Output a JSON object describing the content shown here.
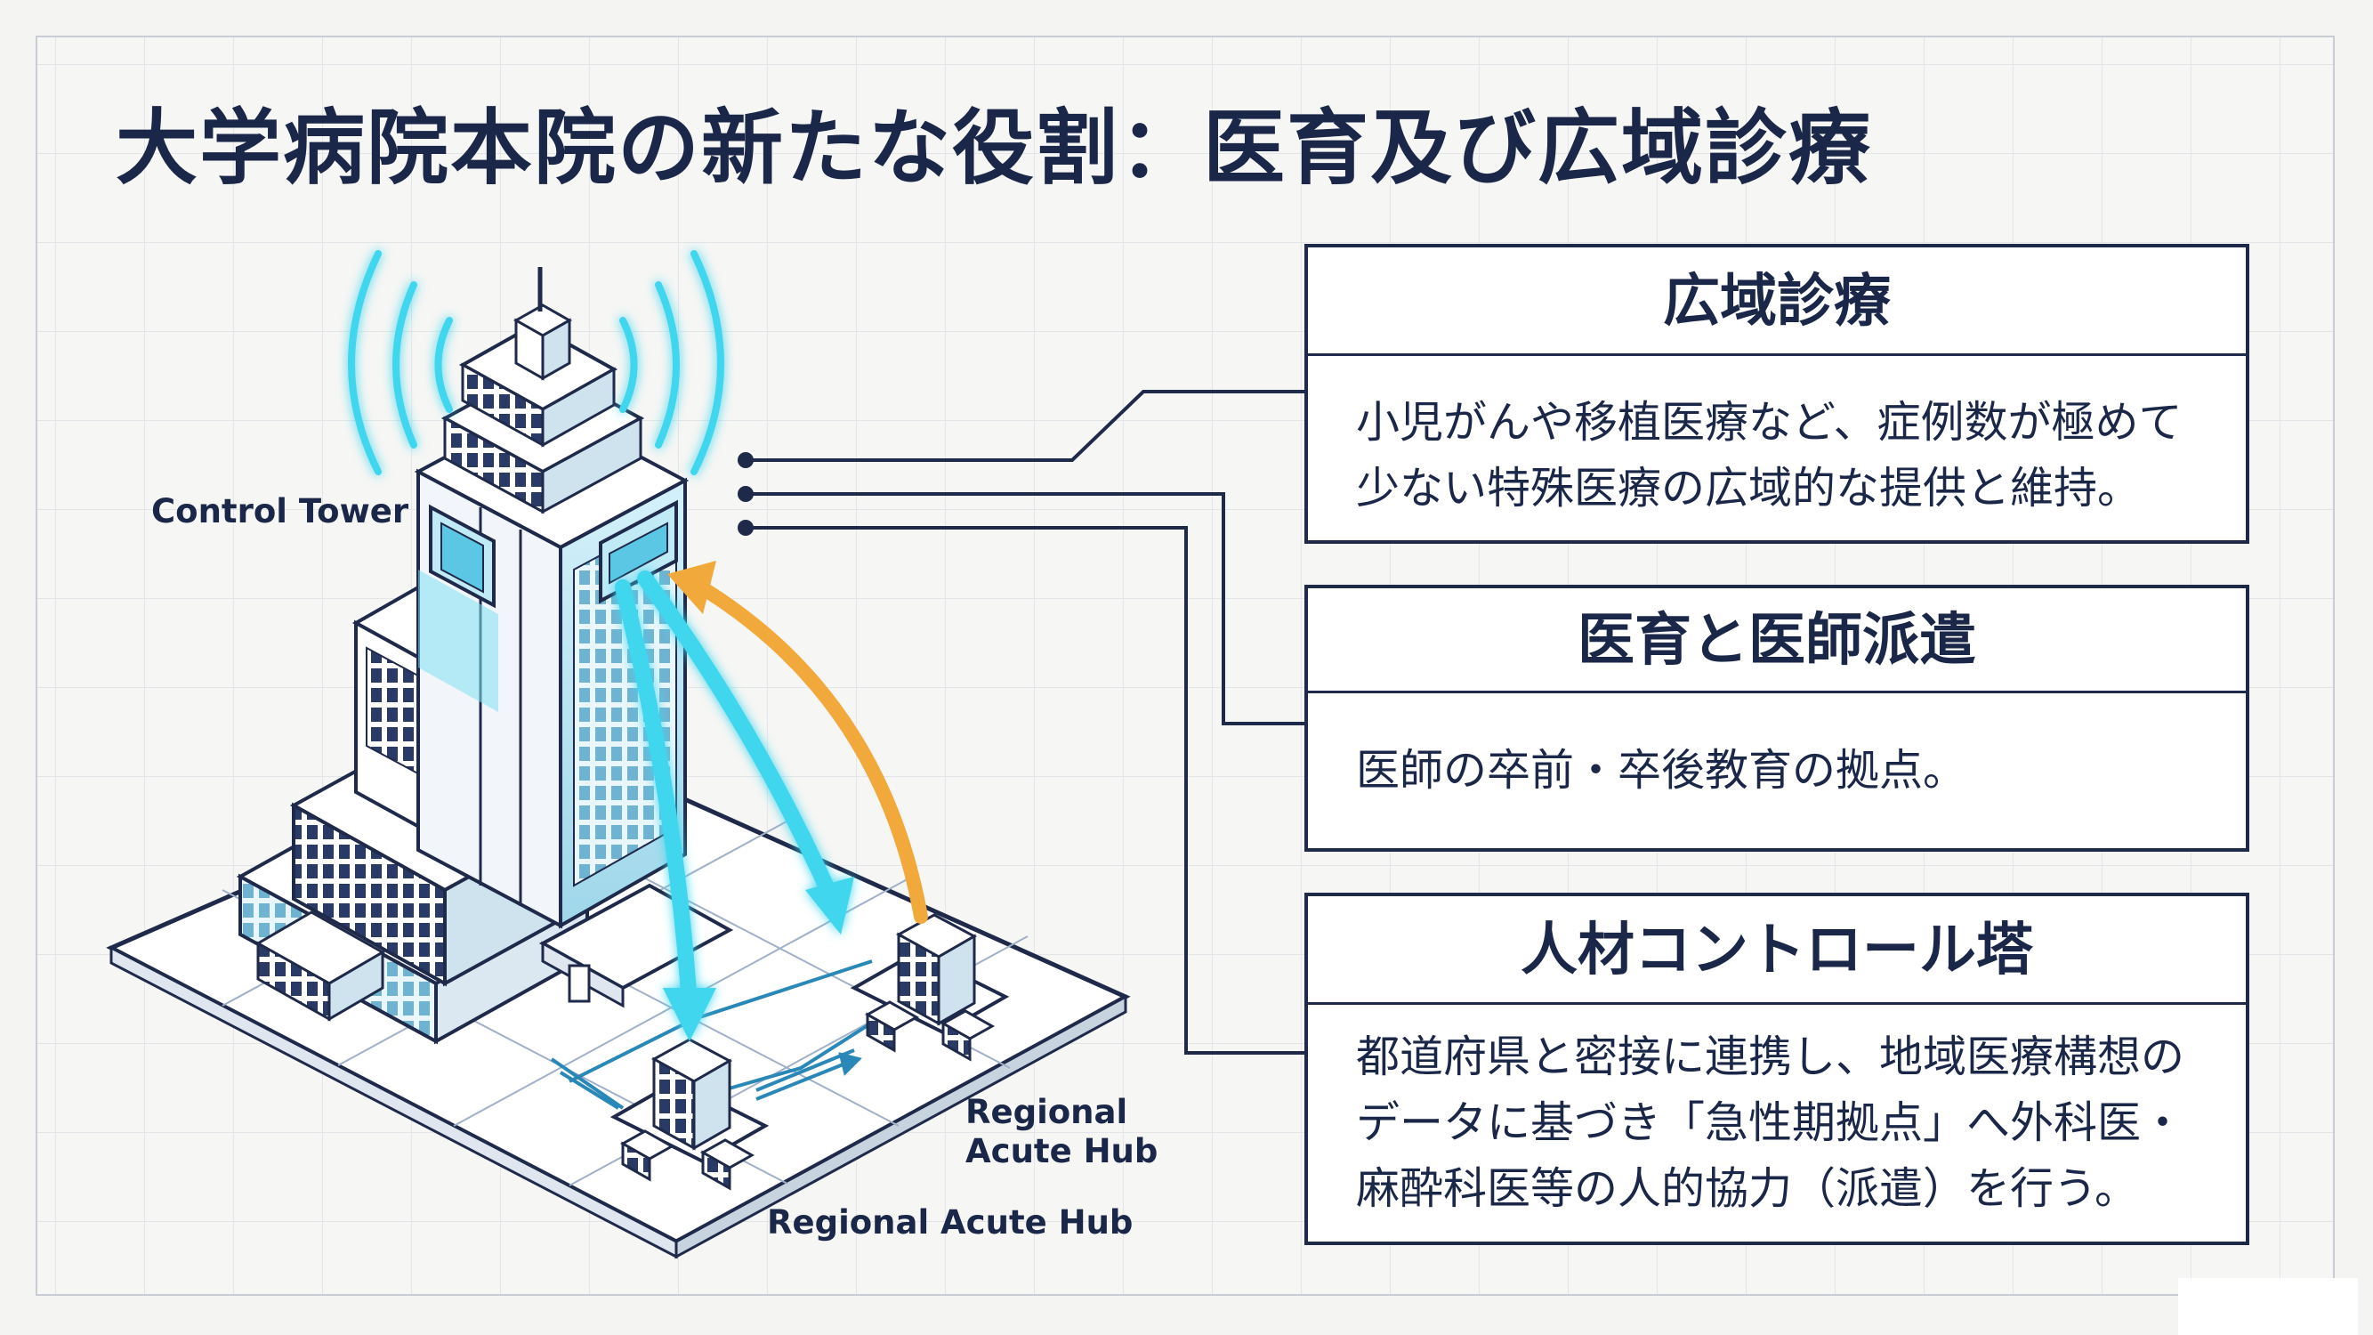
{
  "title": "大学病院本院の新たな役割：医育及び広域診療",
  "labels": {
    "control_tower": "Control Tower",
    "hub_right": "Regional\nAcute Hub",
    "hub_right_line1": "Regional",
    "hub_right_line2": "Acute Hub",
    "hub_bottom": "Regional Acute Hub"
  },
  "cards": [
    {
      "heading": "広域診療",
      "lines": [
        "小児がんや移植医療など、症例数が極めて",
        "少ない特殊医療の広域的な提供と維持。"
      ]
    },
    {
      "heading": "医育と医師派遣",
      "lines": [
        "医師の卒前・卒後教育の拠点。"
      ]
    },
    {
      "heading": "人材コントロール塔",
      "lines": [
        "都道府県と密接に連携し、地域医療構想の",
        "データに基づき「急性期拠点」へ外科医・",
        "麻酔科医等の人的協力（派遣）を行う。"
      ]
    }
  ],
  "colors": {
    "navy": "#1f2a4a",
    "cyan": "#3fd6ee",
    "orange": "#f2a93b",
    "glass": "#bfe8f5"
  }
}
